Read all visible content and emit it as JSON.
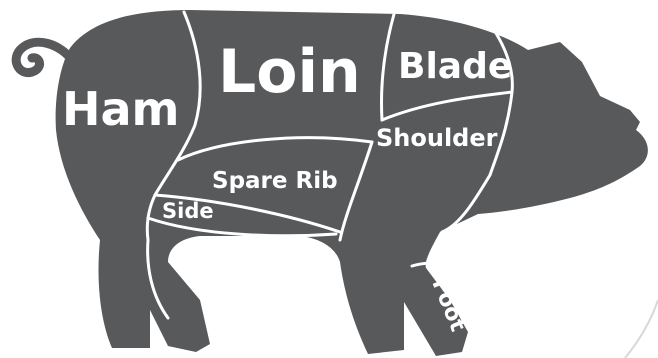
{
  "diagram": {
    "body_color": "#58595b",
    "line_color": "#ffffff",
    "label_color": "#ffffff",
    "cuts": {
      "ham": "Ham",
      "loin": "Loin",
      "blade": "Blade",
      "shoulder": "Shoulder",
      "spare_rib": "Spare Rib",
      "side": "Side",
      "foot": "Foot"
    }
  }
}
